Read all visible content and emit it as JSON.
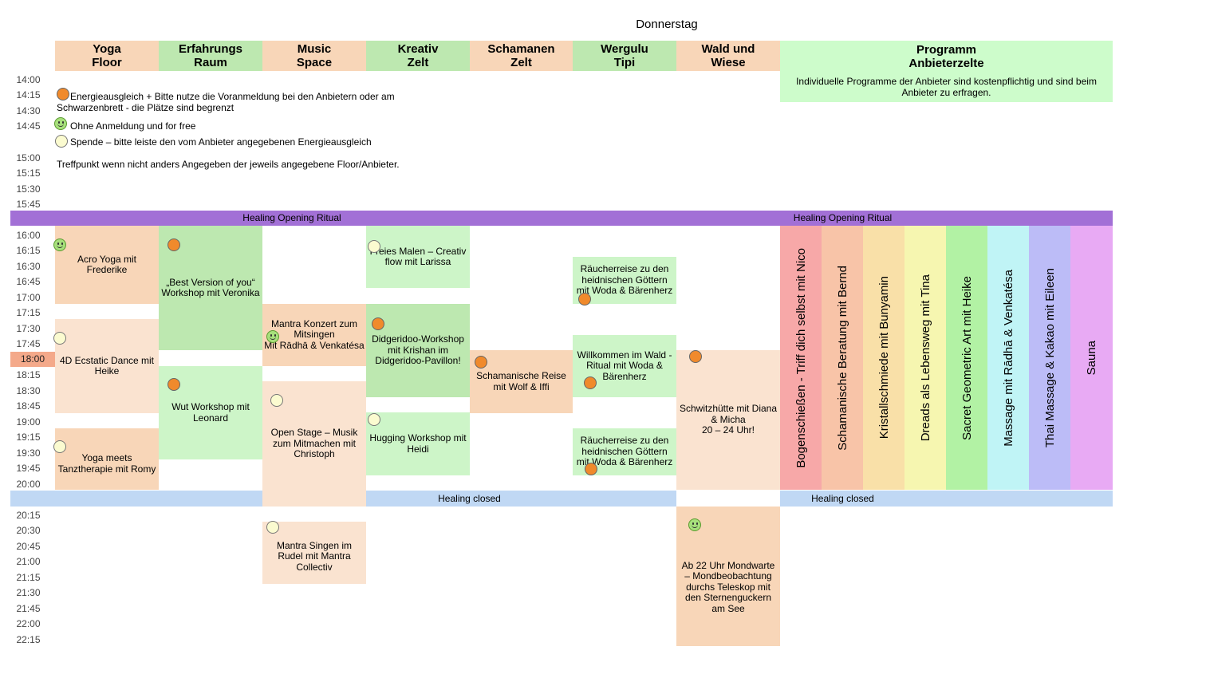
{
  "title": "Donnerstag",
  "columns": [
    {
      "label": "Yoga\nFloor"
    },
    {
      "label": "Erfahrungs\nRaum"
    },
    {
      "label": "Music\nSpace"
    },
    {
      "label": "Kreativ\nZelt"
    },
    {
      "label": "Schamanen\nZelt"
    },
    {
      "label": "Wergulu\nTipi"
    },
    {
      "label": "Wald und\nWiese"
    }
  ],
  "program": {
    "title": "Programm\nAnbieterzelte",
    "description": "Individuelle Programme der Anbieter sind kostenpflichtig und sind beim Anbieter zu erfragen."
  },
  "times_top": [
    "14:00",
    "14:15",
    "14:30",
    "14:45",
    "15:00",
    "15:15",
    "15:30",
    "15:45"
  ],
  "times_mid": [
    "16:00",
    "16:15",
    "16:30",
    "16:45",
    "17:00",
    "17:15",
    "17:30",
    "17:45",
    "18:00",
    "18:15",
    "18:30",
    "18:45",
    "19:00",
    "19:15",
    "19:30",
    "19:45",
    "20:00"
  ],
  "times_bottom": [
    "20:15",
    "20:30",
    "20:45",
    "21:00",
    "21:15",
    "21:30",
    "21:45",
    "22:00",
    "22:15"
  ],
  "legend": {
    "paid": "Energieausgleich + Bitte nutze die Voranmeldung bei den Anbietern oder am Schwarzenbrett - die Plätze sind begrenzt",
    "free": "Ohne Anmeldung und for free",
    "donation": "Spende – bitte leiste den vom Anbieter angegebenen Energieausgleich",
    "meeting": "Treffpunkt wenn nicht anders Angegeben der jeweils angegebene Floor/Anbieter."
  },
  "bands": {
    "opening_left": "Healing Opening Ritual",
    "opening_right": "Healing Opening Ritual",
    "closed_left": "Healing closed",
    "closed_right": "Healing closed"
  },
  "events": {
    "acro_yoga": "Acro Yoga mit Frederike",
    "ecstatic_dance": "4D Ecstatic Dance mit Heike",
    "yoga_tanz": "Yoga meets Tanztherapie mit Romy",
    "best_version": "„Best Version of you“ Workshop mit Veronika",
    "wut_workshop": "Wut Workshop mit Leonard",
    "mantra_konzert": "Mantra Konzert zum Mitsingen\nMit Rādhā & Venkatésa",
    "open_stage": "Open Stage – Musik zum Mitmachen mit Christoph",
    "mantra_singen": "Mantra Singen im Rudel mit Mantra Collectiv",
    "freies_malen": "Freies Malen – Creativ flow mit Larissa",
    "didgeridoo": "Didgeridoo-Workshop mit Krishan im Didgeridoo-Pavillon!",
    "hugging": "Hugging Workshop mit Heidi",
    "schamanische_reise": "Schamanische Reise mit Wolf & Iffi",
    "raeucherreise_1": "Räucherreise zu den heidnischen Göttern mit Woda & Bärenherz",
    "willkommen_wald": "Willkommen im Wald - Ritual mit Woda & Bärenherz",
    "raeucherreise_2": "Räucherreise zu den heidnischen Göttern mit Woda & Bärenherz",
    "schwitzhuette": "Schwitzhütte mit Diana & Micha\n20 – 24 Uhr!",
    "mondwarte": "Ab 22 Uhr Mondwarte – Mondbeobachtung durchs Teleskop mit den Sternenguckern am See"
  },
  "vendors": [
    {
      "label": "Bogenschießen - Triff dich selbst mit Nico",
      "color": "#f7a8a8"
    },
    {
      "label": "Schamanische Beratung mit Bernd",
      "color": "#f8c4a8"
    },
    {
      "label": "Kristallschmiede mit Bunyamin",
      "color": "#f9e0a8"
    },
    {
      "label": "Dreads als Lebensweg mit Tina",
      "color": "#f6f6b0"
    },
    {
      "label": "Sacret Geometric Art mit Heike",
      "color": "#b2f2a4"
    },
    {
      "label": "Massage mit Rādhā & Venkatésa",
      "color": "#c0f4f6"
    },
    {
      "label": "Thai Massage & Kakao mit Eileen",
      "color": "#bcbcf7"
    },
    {
      "label": "Sauna",
      "color": "#e8aaf4"
    }
  ],
  "colors": {
    "header_peach": "#f8d6b8",
    "header_green": "#bde8b0",
    "program_green": "#cdfccb",
    "opening_band": "#a270d6",
    "closed_band": "#c0d8f4",
    "time_highlight": "#f4a98a"
  }
}
